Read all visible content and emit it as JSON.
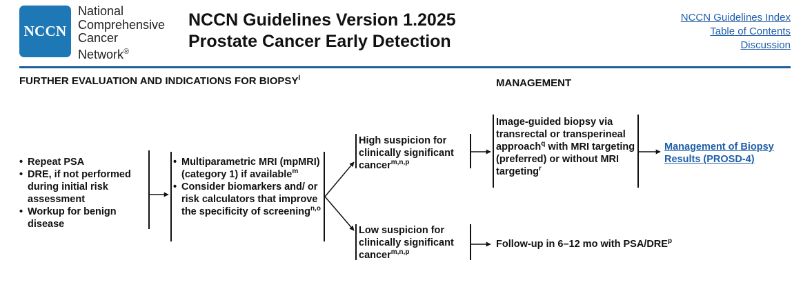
{
  "header": {
    "logo_text": "NCCN",
    "org_lines": [
      "National",
      "Comprehensive",
      "Cancer",
      "Network"
    ],
    "org_registered": "®",
    "title_line1": "NCCN Guidelines Version 1.2025",
    "title_line2": "Prostate Cancer Early Detection",
    "links": [
      "NCCN Guidelines Index",
      "Table of Contents",
      "Discussion"
    ]
  },
  "sections": {
    "evaluation_heading": "FURTHER EVALUATION AND INDICATIONS FOR BIOPSY",
    "evaluation_heading_sup": "l",
    "management_heading": "MANAGEMENT"
  },
  "initial": {
    "items": [
      "Repeat PSA",
      "DRE, if not performed during initial risk assessment",
      "Workup for benign disease"
    ]
  },
  "mri": {
    "item1": "Multiparametric MRI (mpMRI) (category 1) if available",
    "item1_sup": "m",
    "item2": "Consider biomarkers and/ or risk calculators that improve the specificity of screening",
    "item2_sup": "n,o"
  },
  "high": {
    "text": "High suspicion for clinically significant cancer",
    "sup": "m,n,p"
  },
  "low": {
    "text": "Low suspicion for clinically significant cancer",
    "sup": "m,n,p"
  },
  "biopsy": {
    "part1": "Image-guided biopsy via transrectal or transperineal approach",
    "sup1": "q",
    "part2": " with MRI targeting (preferred) or without MRI targeting",
    "sup2": "r"
  },
  "management_link": "Management of Biopsy Results (PROSD-4)",
  "followup": {
    "text": "Follow-up in 6–12 mo with PSA/DRE",
    "sup": "p"
  }
}
